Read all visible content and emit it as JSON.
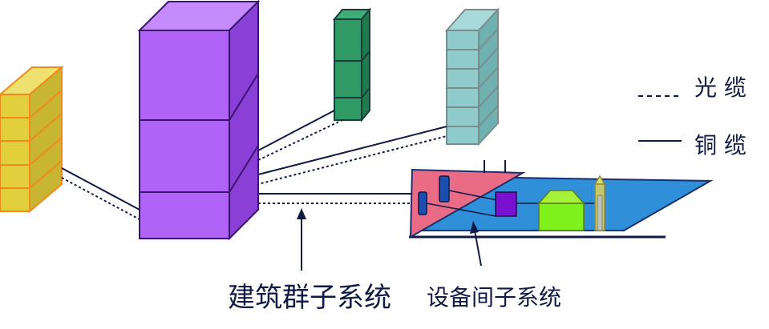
{
  "legend": {
    "fiber": {
      "label": "光 缆",
      "line_style": "dashed"
    },
    "copper": {
      "label": "铜 缆",
      "line_style": "solid"
    }
  },
  "captions": {
    "building_subsystem": "建筑群子系统",
    "equipment_room_subsystem": "设备间子系统"
  },
  "colors": {
    "yellow_building": "#e2cf3c",
    "purple_building": "#b263f7",
    "green_building": "#2f9a63",
    "teal_building": "#8ecbca",
    "equipment_floor": "#2f8fd9",
    "equipment_triangle": "#ea6b85",
    "text_navy": "#111a44"
  }
}
